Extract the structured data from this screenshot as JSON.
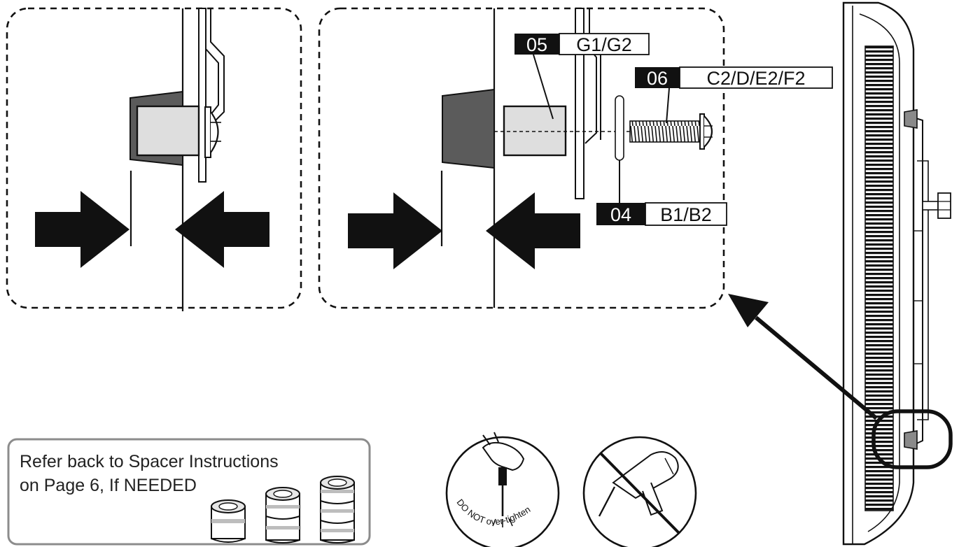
{
  "labels": {
    "spacer": {
      "num": "05",
      "parts": "G1/G2"
    },
    "screw": {
      "num": "06",
      "parts": "C2/D/E2/F2"
    },
    "washer": {
      "num": "04",
      "parts": "B1/B2"
    }
  },
  "note": {
    "line1": "Refer back to Spacer Instructions",
    "line2": "on Page 6, If NEEDED"
  },
  "warning": {
    "text": "DO NOT over-tighten"
  },
  "colors": {
    "ink": "#111111",
    "spacer_fill": "#dedede",
    "block_fill": "#5b5b5b",
    "note_border": "#8c8c8c"
  }
}
